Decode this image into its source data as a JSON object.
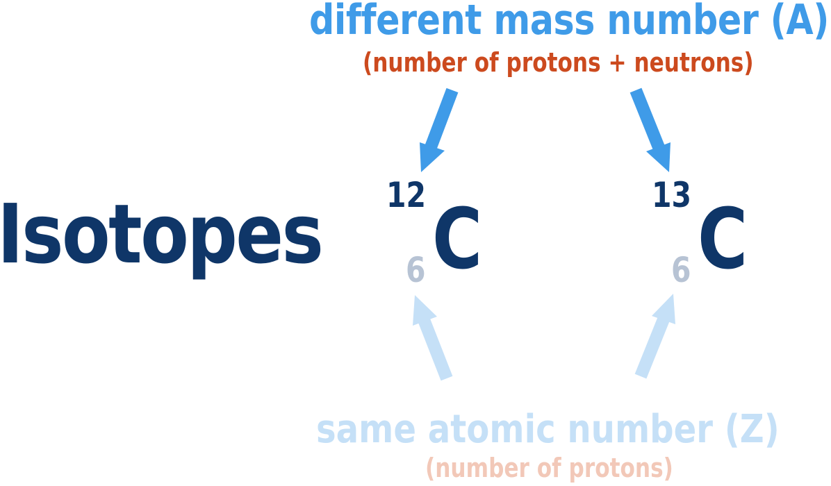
{
  "title": "Isotopes",
  "mass_number": {
    "heading": "different  mass number (A)",
    "subheading": "(number of protons + neutrons)",
    "heading_color": "#3f9be8",
    "subheading_color": "#cc4a1e"
  },
  "atomic_number": {
    "heading": "same atomic number (Z)",
    "subheading": "(number of protons)",
    "heading_color": "#c5e0f7",
    "subheading_color": "#f2c8b8"
  },
  "isotopes": [
    {
      "mass_number": "12",
      "atomic_number": "6",
      "symbol": "C"
    },
    {
      "mass_number": "13",
      "atomic_number": "6",
      "symbol": "C"
    }
  ],
  "colors": {
    "primary_text": "#0f3668",
    "atomic_number_text": "#b7c3d4",
    "mass_arrow": "#3f9be8",
    "atomic_arrow": "#c5e0f7"
  },
  "icons": {
    "mass_arrows": "arrow-down-icon",
    "atomic_arrows": "arrow-up-icon"
  }
}
